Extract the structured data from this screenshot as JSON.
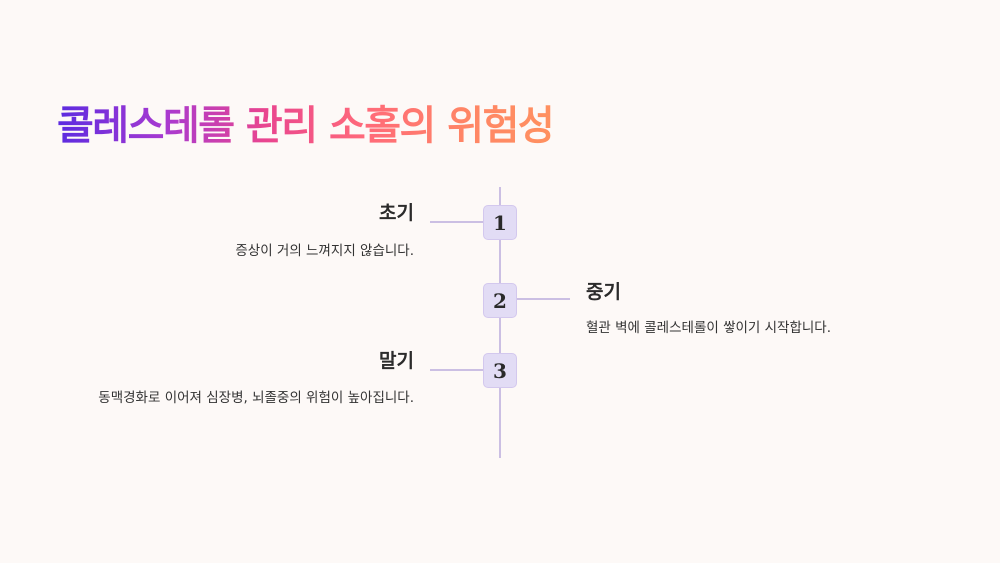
{
  "title": "콜레스테롤 관리 소홀의 위험성",
  "colors": {
    "background": "#fdf9f7",
    "title_gradient": [
      "#5b2be0",
      "#e9458f",
      "#ff9160"
    ],
    "step_box_fill": "#e2dcf5",
    "line": "#cbbfe3",
    "text": "#2b2b2b"
  },
  "timeline": {
    "steps": [
      {
        "number": "1",
        "heading": "초기",
        "description": "증상이 거의 느껴지지 않습니다.",
        "side": "left"
      },
      {
        "number": "2",
        "heading": "중기",
        "description": "혈관 벽에 콜레스테롤이 쌓이기 시작합니다.",
        "side": "right"
      },
      {
        "number": "3",
        "heading": "말기",
        "description": "동맥경화로 이어져 심장병, 뇌졸중의 위험이 높아집니다.",
        "side": "left"
      }
    ]
  }
}
